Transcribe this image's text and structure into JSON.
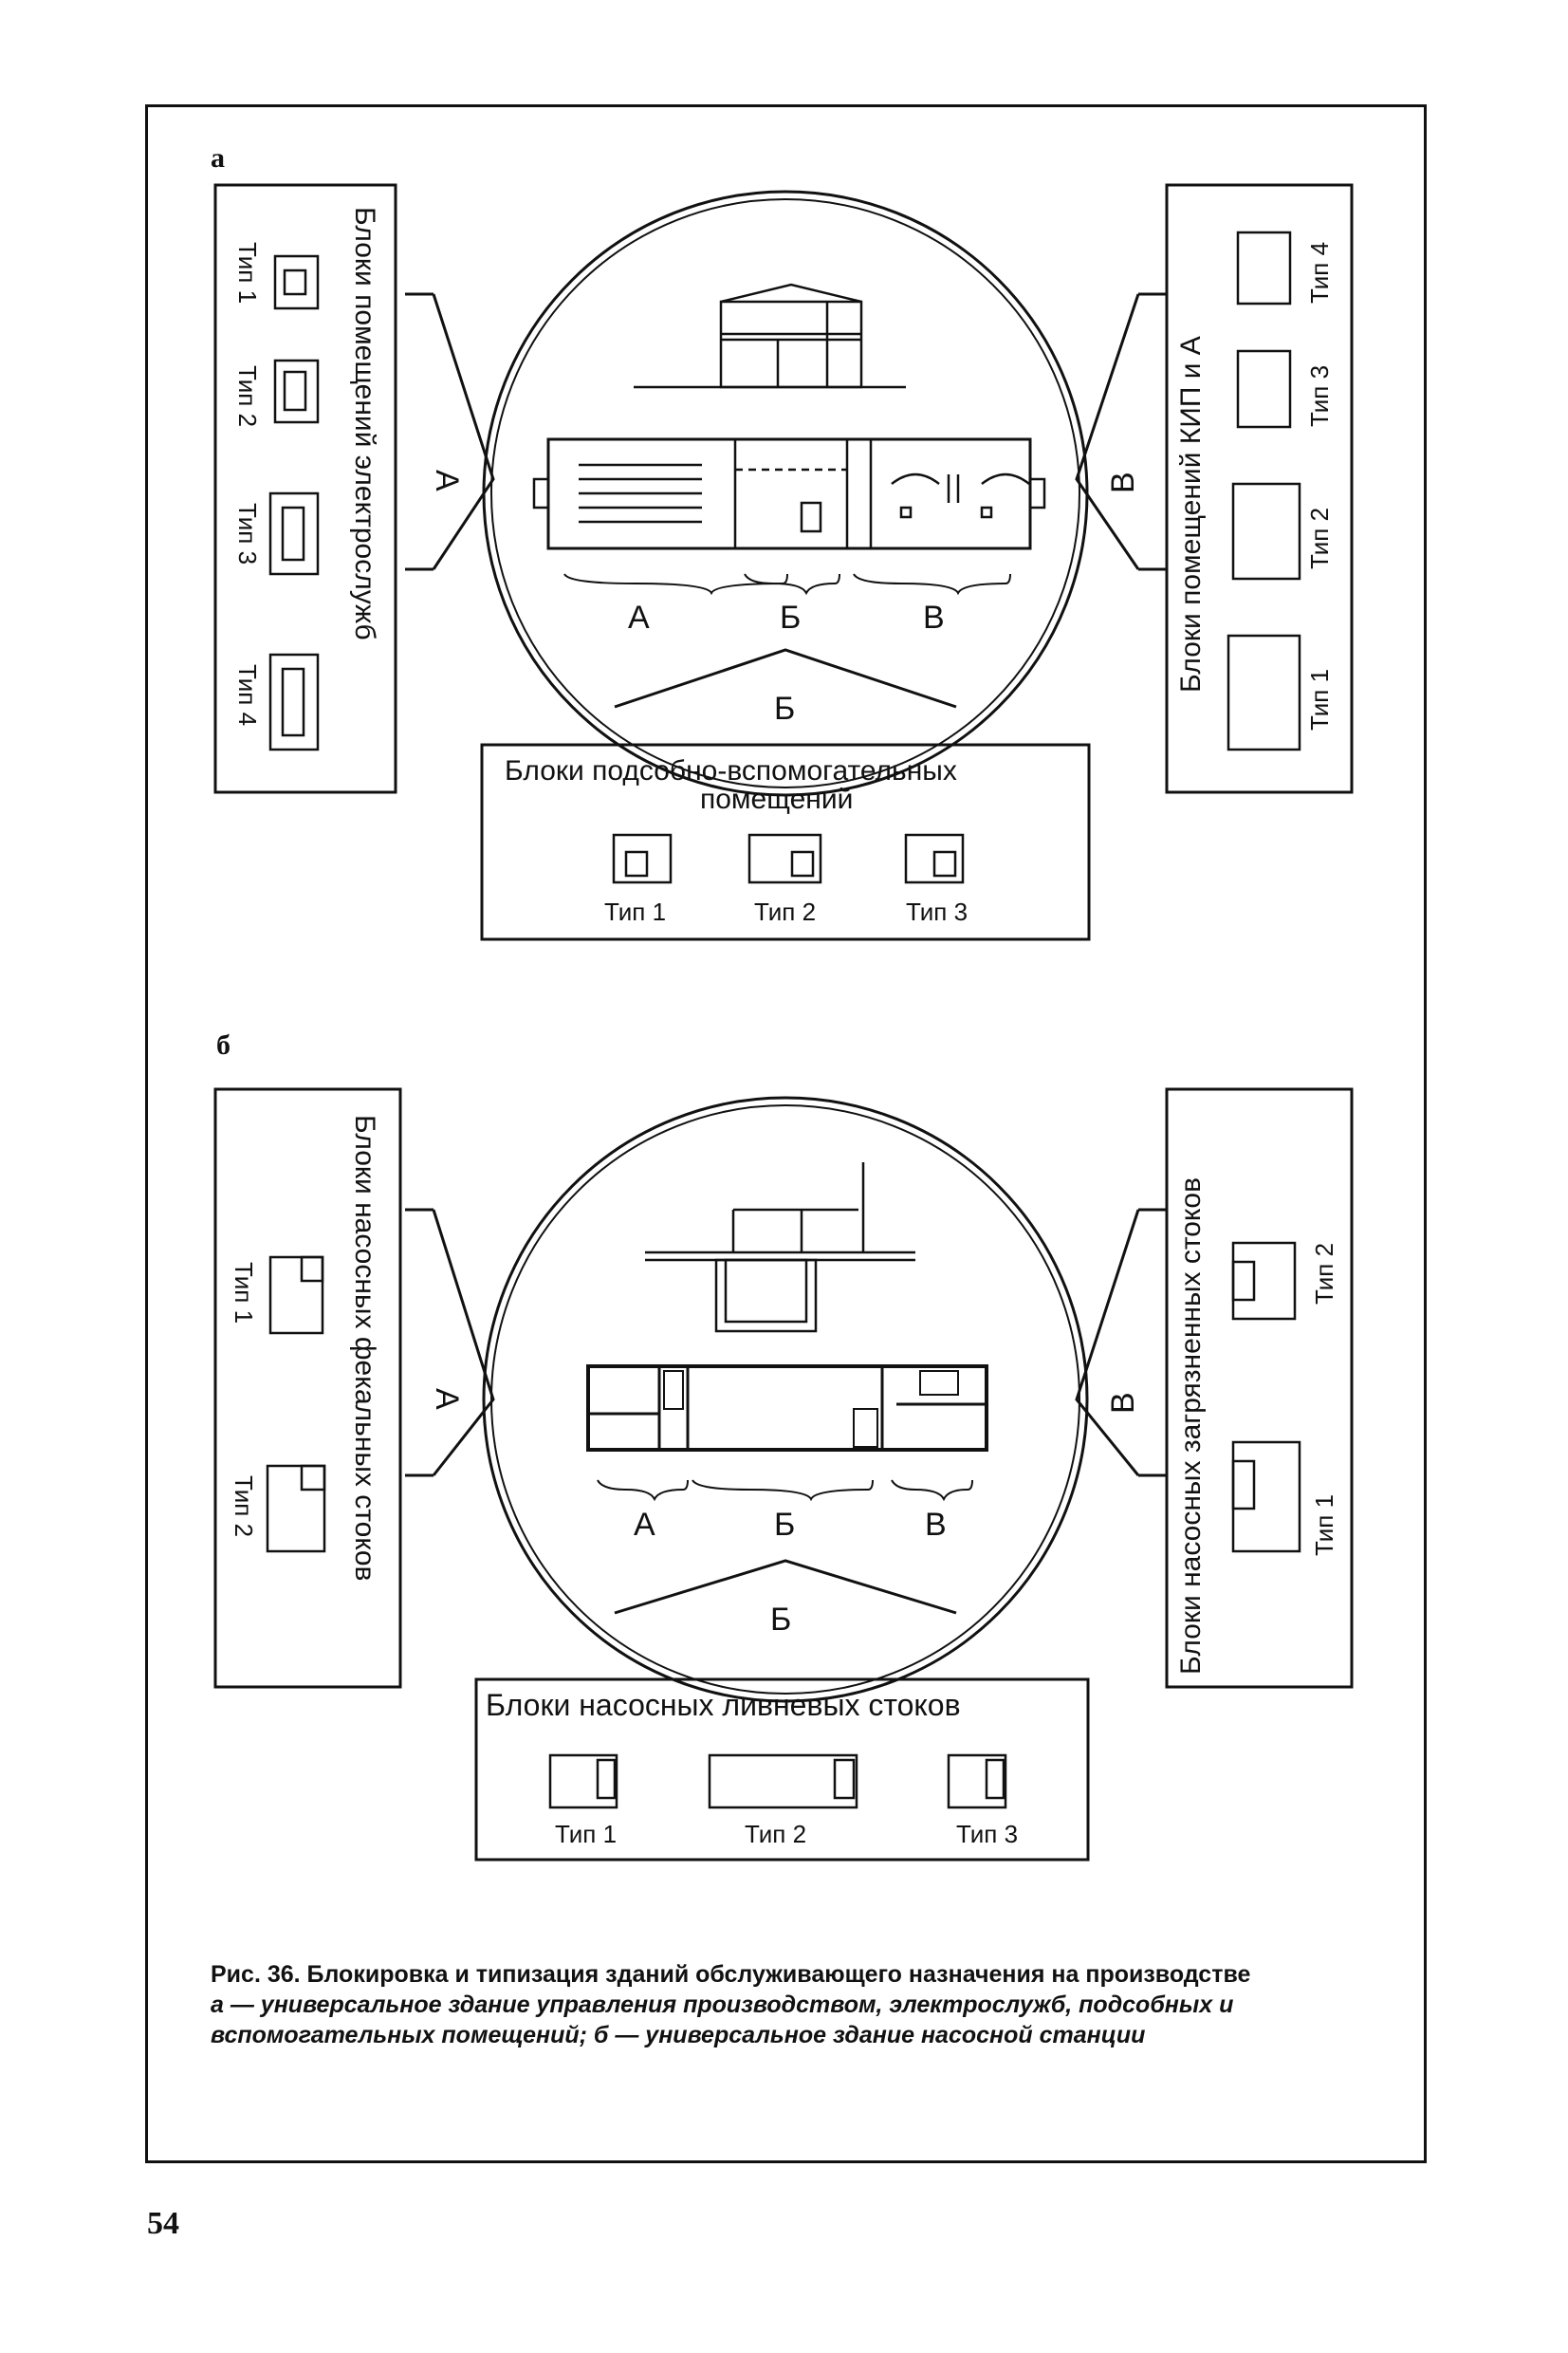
{
  "panels": {
    "a": {
      "letter": "а",
      "left_box": {
        "title": "Блоки помещений электрослужб",
        "types": [
          "Тип 1",
          "Тип 2",
          "Тип 3",
          "Тип 4"
        ]
      },
      "right_box": {
        "title": "Блоки помещений КИП и А",
        "types": [
          "Тип 4",
          "Тип 3",
          "Тип 2",
          "Тип 1"
        ]
      },
      "bottom_box": {
        "title_line1": "Блоки подсобно-вспомогательных",
        "title_line2": "помещений",
        "types": [
          "Тип 1",
          "Тип 2",
          "Тип 3"
        ]
      },
      "arrows": {
        "left": "А",
        "right": "В",
        "bottom": "Б"
      },
      "zones": [
        "А",
        "Б",
        "В"
      ]
    },
    "b": {
      "letter": "б",
      "left_box": {
        "title": "Блоки насосных фекальных стоков",
        "types": [
          "Тип 1",
          "Тип 2"
        ]
      },
      "right_box": {
        "title": "Блоки насосных загрязненных стоков",
        "types": [
          "Тип 2",
          "Тип 1"
        ]
      },
      "bottom_box": {
        "title": "Блоки насосных ливневых стоков",
        "types": [
          "Тип 1",
          "Тип 2",
          "Тип 3"
        ]
      },
      "arrows": {
        "left": "А",
        "right": "В",
        "bottom": "Б"
      },
      "zones": [
        "А",
        "Б",
        "В"
      ]
    }
  },
  "caption": {
    "lead": "Рис. 36. Блокировка и типизация зданий обслуживающего назначения на производстве",
    "body": "а — универсальное здание управления производством, электрослужб, подсобных и вспомогательных помещений; б — универсальное здание насосной станции"
  },
  "page_number": "54"
}
